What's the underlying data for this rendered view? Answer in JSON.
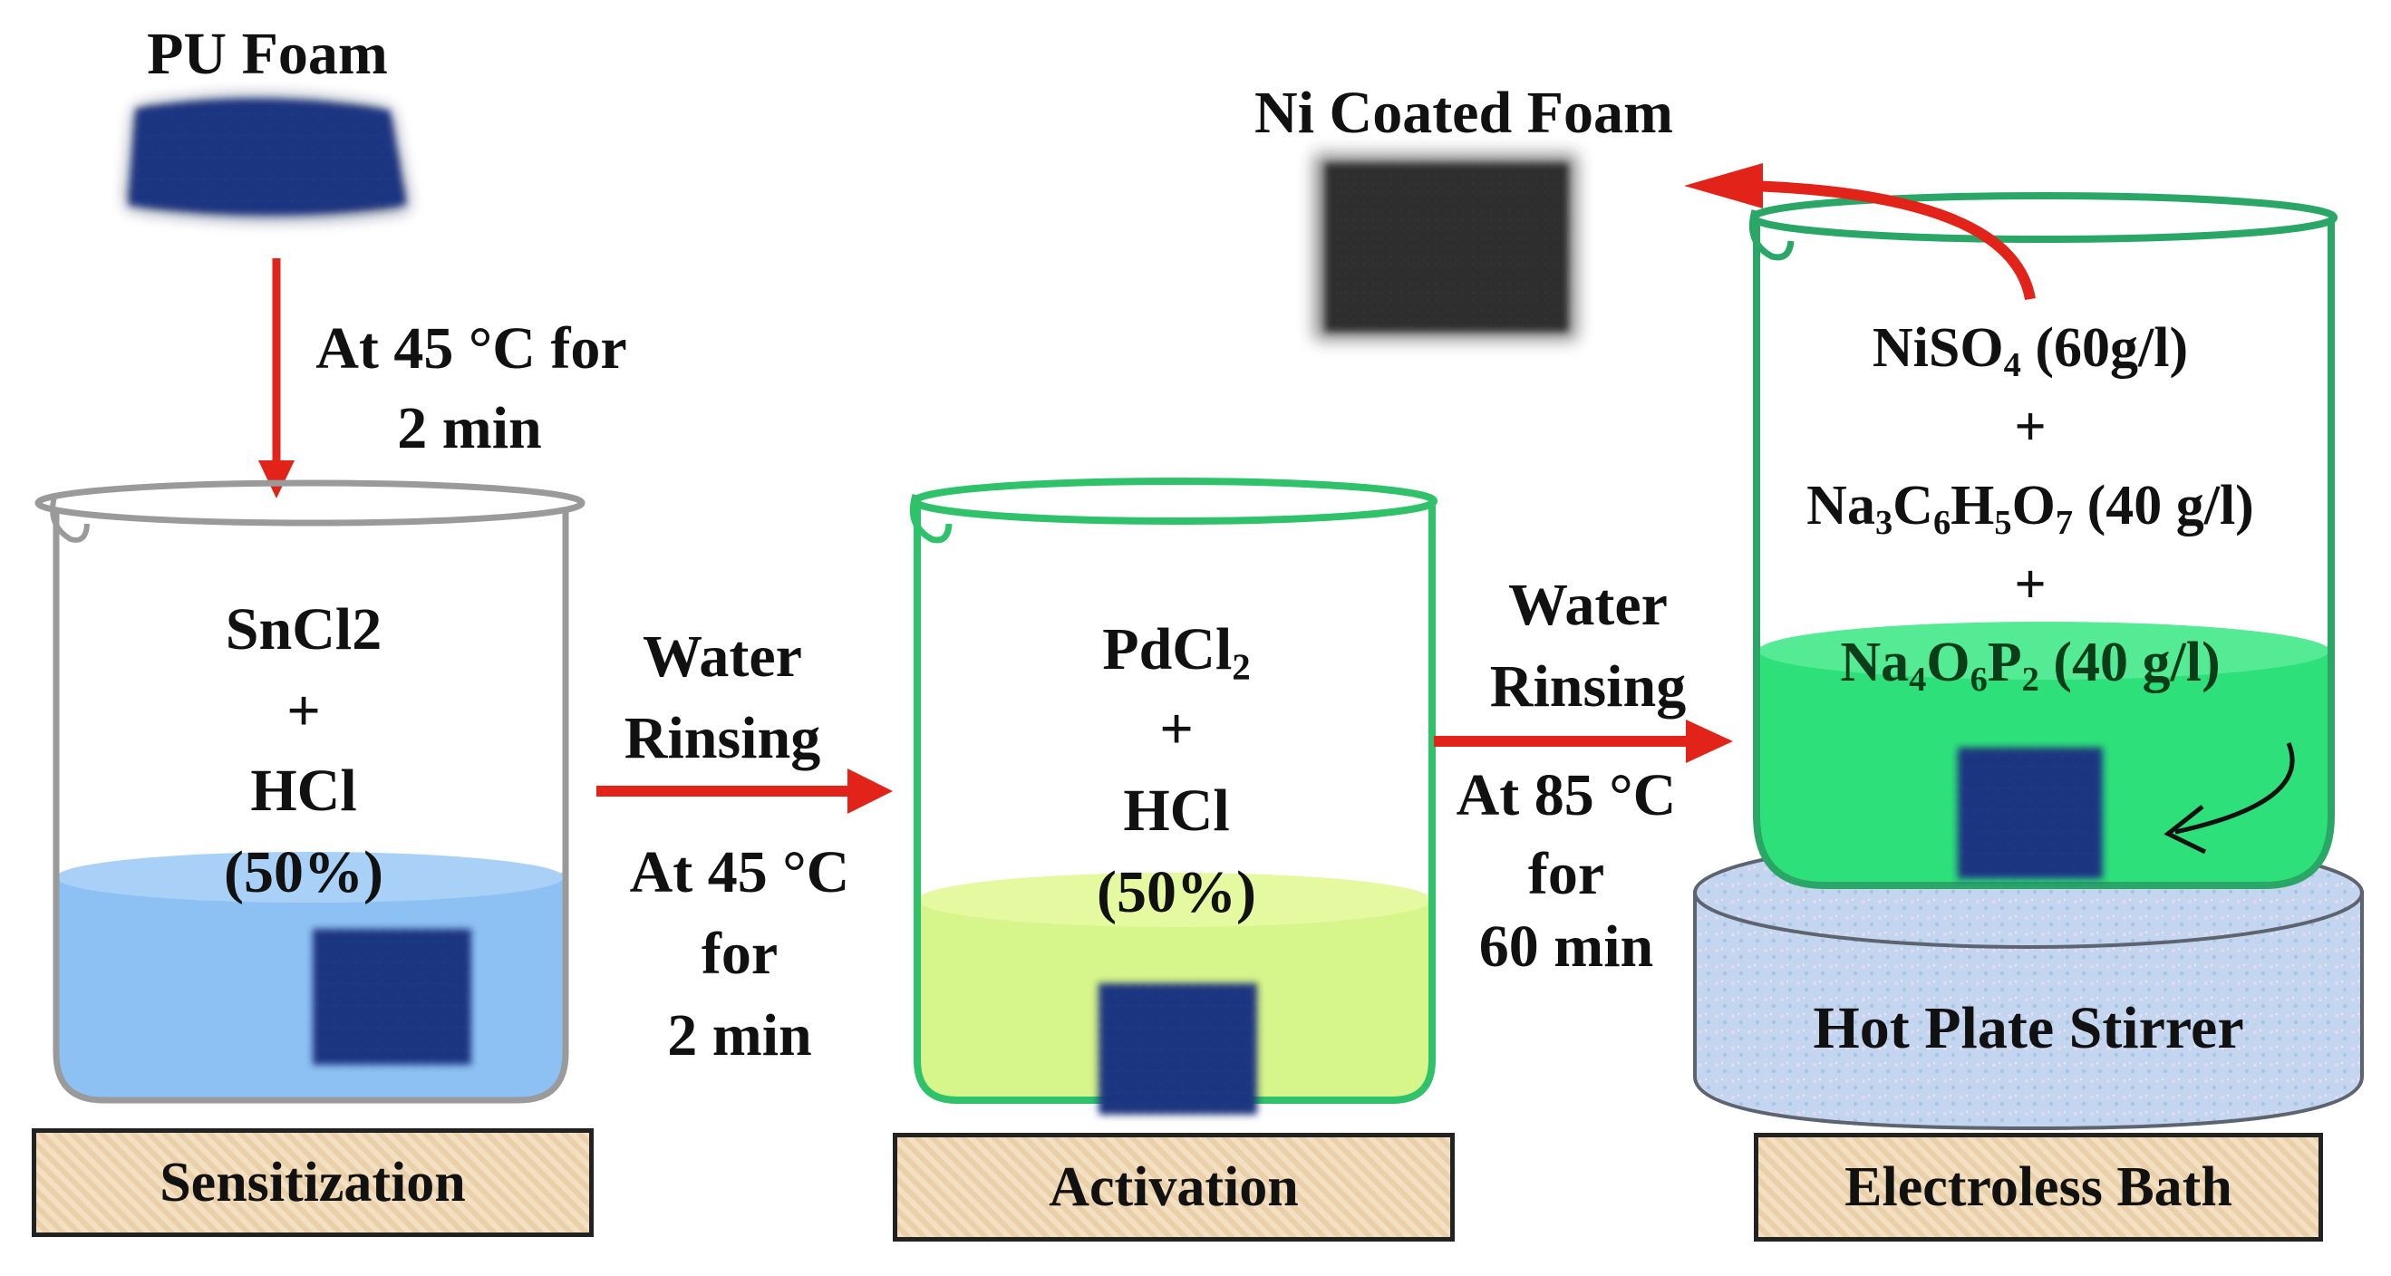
{
  "foam": {
    "pu_label": "PU Foam",
    "ni_coated_label": "Ni Coated Foam"
  },
  "colors": {
    "arrow_red": "#e2231a",
    "foam_blue": "#1a3a8a",
    "sensitization_liquid": "#8ec1f3",
    "activation_liquid": "#d6f58a",
    "activation_beaker": "#2fc26b",
    "bath_beaker": "#2aa667",
    "bath_liquid": "#2ee07a",
    "hot_plate": "#c9d9ec",
    "label_box": "#f0dab8"
  },
  "steps": {
    "step1_condition": [
      "At 45 °C for",
      "2 min"
    ],
    "rinse1": {
      "label": [
        "Water",
        "Rinsing"
      ],
      "condition": [
        "At 45 °C",
        "for",
        "2 min"
      ]
    },
    "rinse2": {
      "label": [
        "Water",
        "Rinsing"
      ],
      "condition": [
        "At 85 °C",
        "for",
        "60 min"
      ]
    }
  },
  "sensitization": {
    "lines": [
      "SnCl2",
      "+",
      "HCl",
      "(50%)"
    ],
    "box_label": "Sensitization"
  },
  "activation": {
    "formula_main": "PdCl",
    "formula_sub": "2",
    "lines": [
      "+",
      "HCl",
      "(50%)"
    ],
    "box_label": "Activation"
  },
  "bath": {
    "niso4_main": "NiSO",
    "niso4_sub": "4",
    "niso4_conc": " (60g/l)",
    "plus": "+",
    "citrate": {
      "p1": "Na",
      "s1": "3",
      "p2": "C",
      "s2": "6",
      "p3": "H",
      "s3": "5",
      "p4": "O",
      "s4": "7",
      "conc": " (40 g/l)"
    },
    "pyro": {
      "p1": "Na",
      "s1": "4",
      "p2": "O",
      "s2": "6",
      "p3": "P",
      "s3": "2",
      "conc": " (40 g/l)"
    },
    "hot_plate_label": "Hot Plate Stirrer",
    "box_label": "Electroless Bath"
  }
}
